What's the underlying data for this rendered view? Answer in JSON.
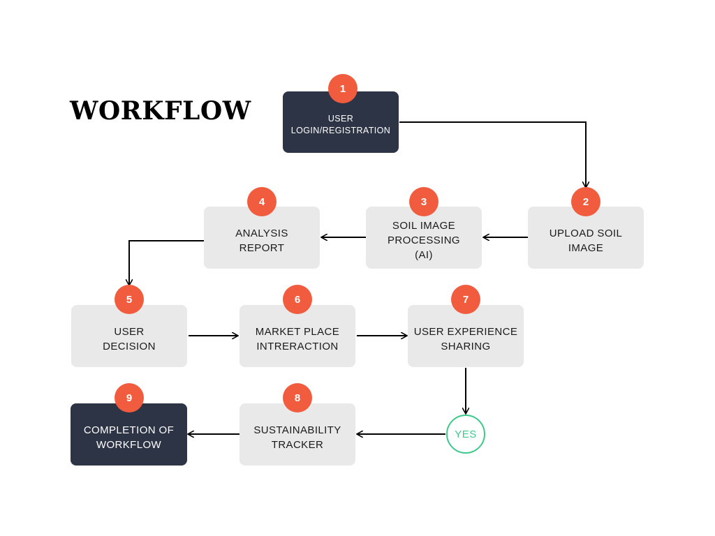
{
  "title": "WORKFLOW",
  "colors": {
    "dark_box": "#2d3446",
    "light_box": "#e9e9ea",
    "badge": "#f25c3e",
    "yes_ring": "#3cc98a",
    "arrow": "#000000"
  },
  "steps": [
    {
      "number": "1",
      "label": "USER\nLOGIN/REGISTRATION"
    },
    {
      "number": "2",
      "label": "UPLOAD SOIL\nIMAGE"
    },
    {
      "number": "3",
      "label": "SOIL IMAGE\nPROCESSING\n(AI)"
    },
    {
      "number": "4",
      "label": "ANALYSIS\nREPORT"
    },
    {
      "number": "5",
      "label": "USER\nDECISION"
    },
    {
      "number": "6",
      "label": "MARKET PLACE\nINTRERACTION"
    },
    {
      "number": "7",
      "label": "USER EXPERIENCE\nSHARING"
    },
    {
      "number": "8",
      "label": "SUSTAINABILITY\nTRACKER"
    },
    {
      "number": "9",
      "label": "COMPLETION OF\nWORKFLOW"
    }
  ],
  "decision": {
    "label": "YES"
  }
}
